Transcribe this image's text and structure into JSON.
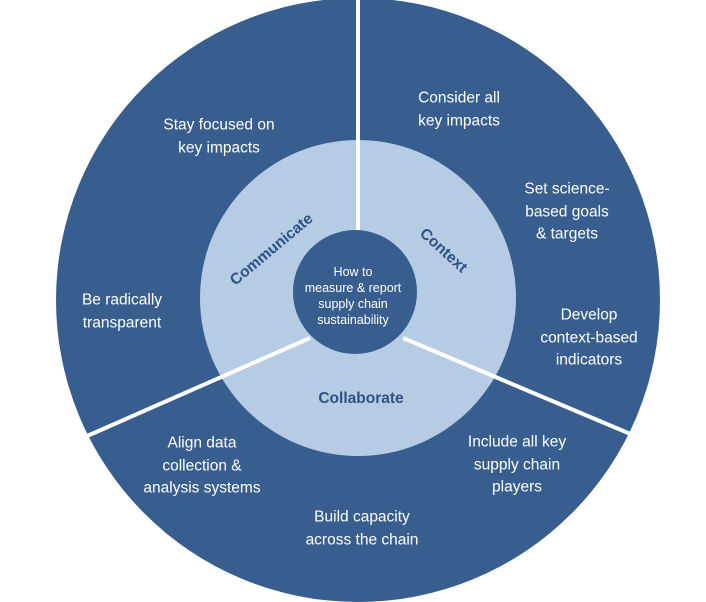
{
  "colors": {
    "outer_ring": "#385e8f",
    "middle_ring": "#b6cbe4",
    "core": "#385e8f",
    "divider": "#ffffff",
    "outer_text": "#ffffff",
    "segment_label": "#2e5383"
  },
  "center": {
    "lines": [
      "How to",
      "measure & report",
      "supply chain",
      "sustainability"
    ]
  },
  "segments": {
    "communicate": {
      "label": "Communicate",
      "items": [
        {
          "lines": [
            "Stay focused on",
            "key impacts"
          ]
        },
        {
          "lines": [
            "Be radically",
            "transparent"
          ]
        }
      ]
    },
    "context": {
      "label": "Context",
      "items": [
        {
          "lines": [
            "Consider all",
            "key impacts"
          ]
        },
        {
          "lines": [
            "Set science-",
            "based goals",
            "& targets"
          ]
        },
        {
          "lines": [
            "Develop",
            "context-based",
            "indicators"
          ]
        }
      ]
    },
    "collaborate": {
      "label": "Collaborate",
      "items": [
        {
          "lines": [
            "Align data",
            "collection &",
            "analysis systems"
          ]
        },
        {
          "lines": [
            "Include all key",
            "supply chain",
            "players"
          ]
        },
        {
          "lines": [
            "Build capacity",
            "across the chain"
          ]
        }
      ]
    }
  }
}
